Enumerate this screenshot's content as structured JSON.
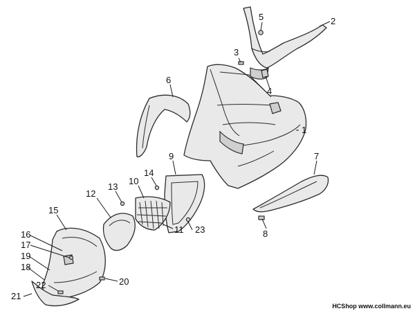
{
  "diagram": {
    "callouts": [
      {
        "id": "c1",
        "label": "1"
      },
      {
        "id": "c2",
        "label": "2"
      },
      {
        "id": "c3",
        "label": "3"
      },
      {
        "id": "c4",
        "label": "4"
      },
      {
        "id": "c5",
        "label": "5"
      },
      {
        "id": "c6",
        "label": "6"
      },
      {
        "id": "c7",
        "label": "7"
      },
      {
        "id": "c8",
        "label": "8"
      },
      {
        "id": "c9",
        "label": "9"
      },
      {
        "id": "c10",
        "label": "10"
      },
      {
        "id": "c11",
        "label": "11"
      },
      {
        "id": "c12",
        "label": "12"
      },
      {
        "id": "c13",
        "label": "13"
      },
      {
        "id": "c14",
        "label": "14"
      },
      {
        "id": "c15",
        "label": "15"
      },
      {
        "id": "c16",
        "label": "16"
      },
      {
        "id": "c17",
        "label": "17"
      },
      {
        "id": "c18",
        "label": "18"
      },
      {
        "id": "c19",
        "label": "19"
      },
      {
        "id": "c20",
        "label": "20"
      },
      {
        "id": "c21",
        "label": "21"
      },
      {
        "id": "c22",
        "label": "22"
      },
      {
        "id": "c23",
        "label": "23"
      }
    ]
  },
  "footer": {
    "text": "HCShop www.collmann.eu"
  }
}
